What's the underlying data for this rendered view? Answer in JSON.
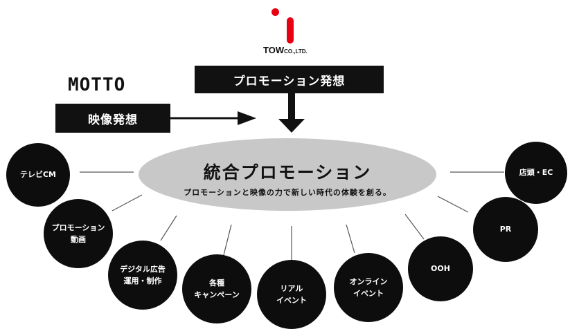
{
  "tow_logo": {
    "text_main": "TOW",
    "text_small": "CO.,LTD."
  },
  "motto_logo": "MOTTO",
  "promotion_box": "プロモーション発想",
  "video_box": "映像発想",
  "center": {
    "title": "統合プロモーション",
    "subtitle": "プロモーションと映像の力で新しい時代の体験を創る。"
  },
  "circles": [
    "テレビCM",
    "プロモーション\n動画",
    "デジタル広告\n運用・制作",
    "各種\nキャンペーン",
    "リアル\nイベント",
    "オンライン\nイベント",
    "OOH",
    "PR",
    "店頭・EC"
  ],
  "colors": {
    "dark": "#111111",
    "ellipse": "#c8c8c8",
    "tow_red": "#e60012"
  }
}
